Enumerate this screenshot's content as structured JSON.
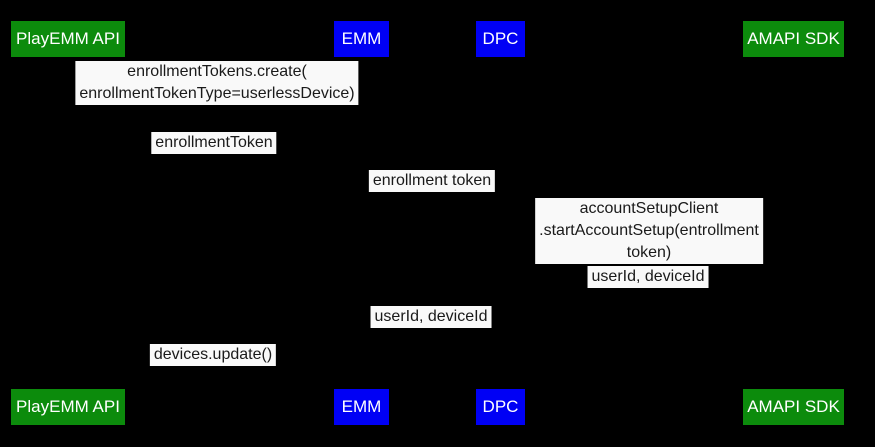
{
  "diagram": {
    "type": "sequence-diagram",
    "background": "#000000",
    "colors": {
      "actor_green": "#0c8b0c",
      "actor_blue": "#0000f5",
      "actor_text": "#ffffff",
      "message_bg": "#f9f9f9",
      "message_text": "#1a1a1a"
    },
    "actors": [
      {
        "id": "playemm-api",
        "label": "PlayEMM API",
        "color": "green"
      },
      {
        "id": "emm",
        "label": "EMM",
        "color": "blue"
      },
      {
        "id": "dpc",
        "label": "DPC",
        "color": "blue"
      },
      {
        "id": "amapi-sdk",
        "label": "AMAPI SDK",
        "color": "green"
      }
    ],
    "messages": [
      {
        "text": "enrollmentTokens.create(\nenrollmentTokenType=userlessDevice)"
      },
      {
        "text": "enrollmentToken"
      },
      {
        "text": "enrollment token"
      },
      {
        "text": "accountSetupClient\n.startAccountSetup(entrollment token)"
      },
      {
        "text": "userId, deviceId"
      },
      {
        "text": "userId, deviceId"
      },
      {
        "text": "devices.update()"
      }
    ]
  }
}
